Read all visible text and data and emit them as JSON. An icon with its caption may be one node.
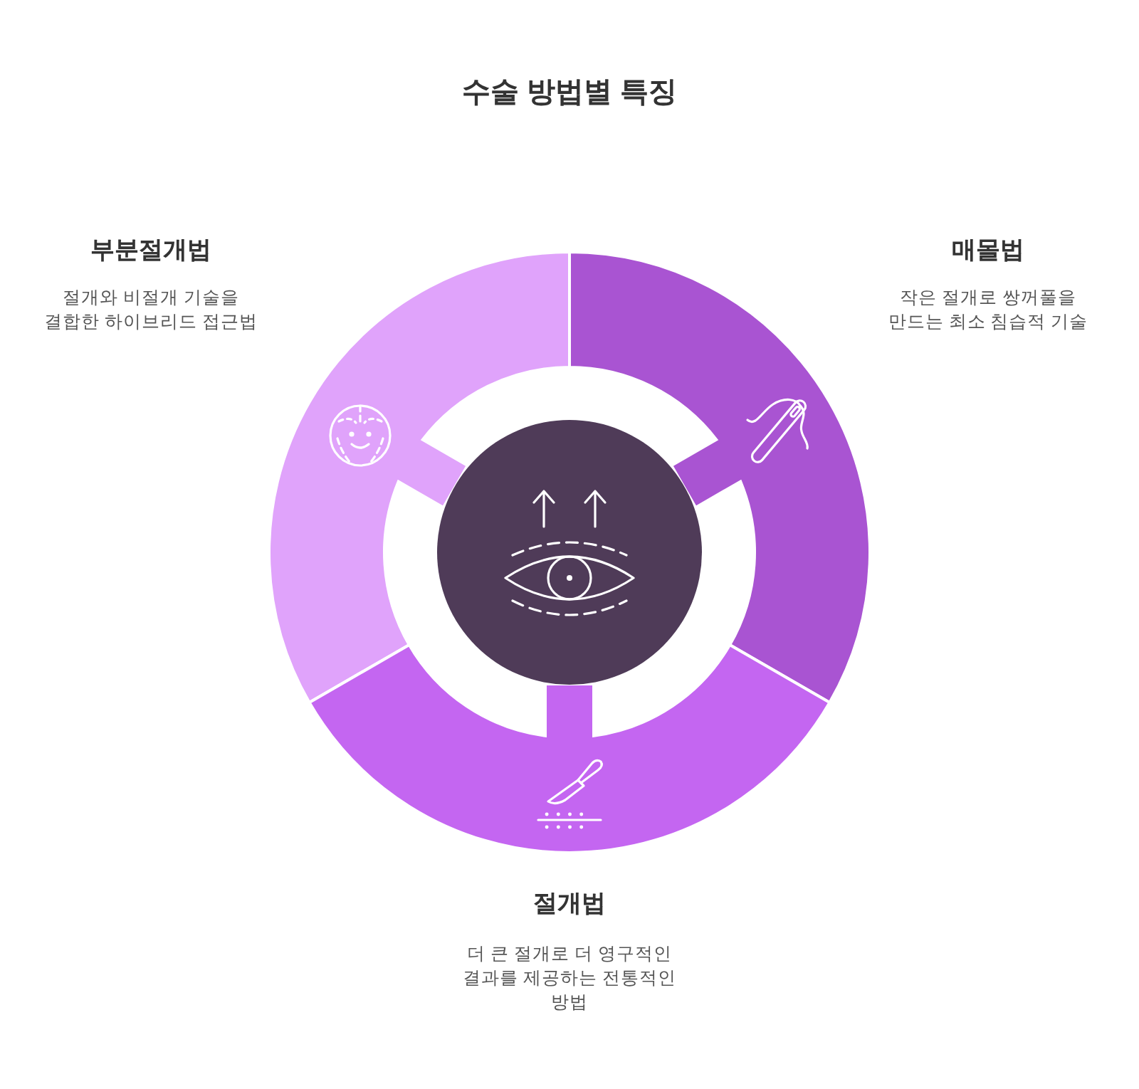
{
  "diagram": {
    "title": "수술 방법별 특징",
    "nodes": [
      {
        "text": [
          "부분절개법",
          "절개와 비절개 기술을 결합한 하이브리드 접근법"
        ]
      },
      {
        "text": [
          "매몰법",
          "작은 절개로 쌍꺼풀을 만드는 최소 침습적 기술"
        ]
      },
      {
        "text": [
          "절개법",
          "더 큰 절개로 더 영구적인 결과를 제공하는 전통적인 방법"
        ]
      },
      {
        "text": [],
        "shape": "circle"
      }
    ]
  }
}
